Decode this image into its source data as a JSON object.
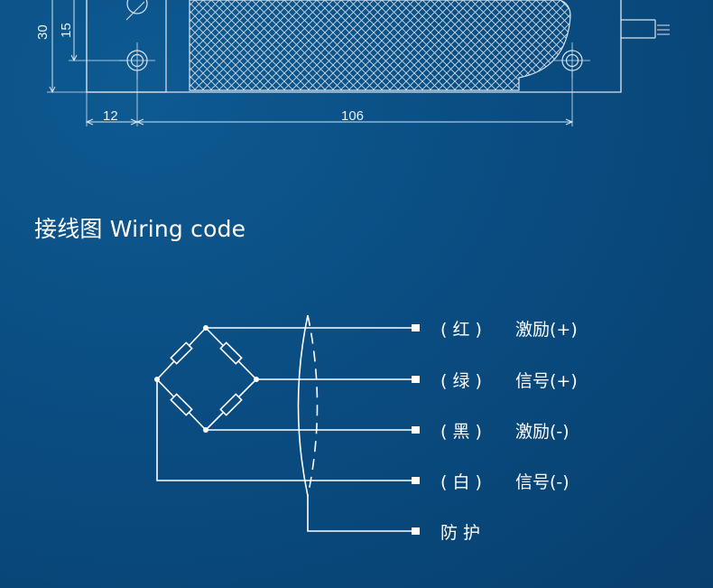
{
  "dimensions": {
    "height_outer": "30",
    "height_inner": "15",
    "offset": "12",
    "length": "106"
  },
  "section": {
    "title": "接线图 Wiring code"
  },
  "wires": [
    {
      "color_label": "( 红 )",
      "signal": "激励(+)"
    },
    {
      "color_label": "( 绿 )",
      "signal": "信号(+)"
    },
    {
      "color_label": "( 黑 )",
      "signal": "激励(-)"
    },
    {
      "color_label": "( 白 )",
      "signal": "信号(-)"
    },
    {
      "color_label": "防 护",
      "signal": ""
    }
  ],
  "colors": {
    "background": "#0a4d82",
    "line": "#ffffff"
  }
}
